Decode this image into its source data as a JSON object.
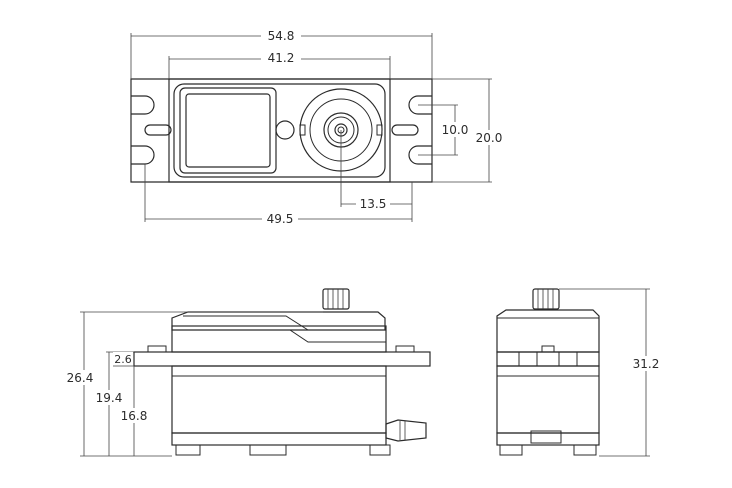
{
  "dimensions": {
    "overall_width": "54.8",
    "case_width": "41.2",
    "output_spline_to_edge": "13.5",
    "mount_hole_spacing": "49.5",
    "hole_row_spacing": "10.0",
    "overall_depth": "20.0",
    "total_height_front": "26.4",
    "flange_height": "19.4",
    "flange_top_offset": "2.6",
    "lower_case_height": "16.8",
    "total_height_side": "31.2"
  }
}
